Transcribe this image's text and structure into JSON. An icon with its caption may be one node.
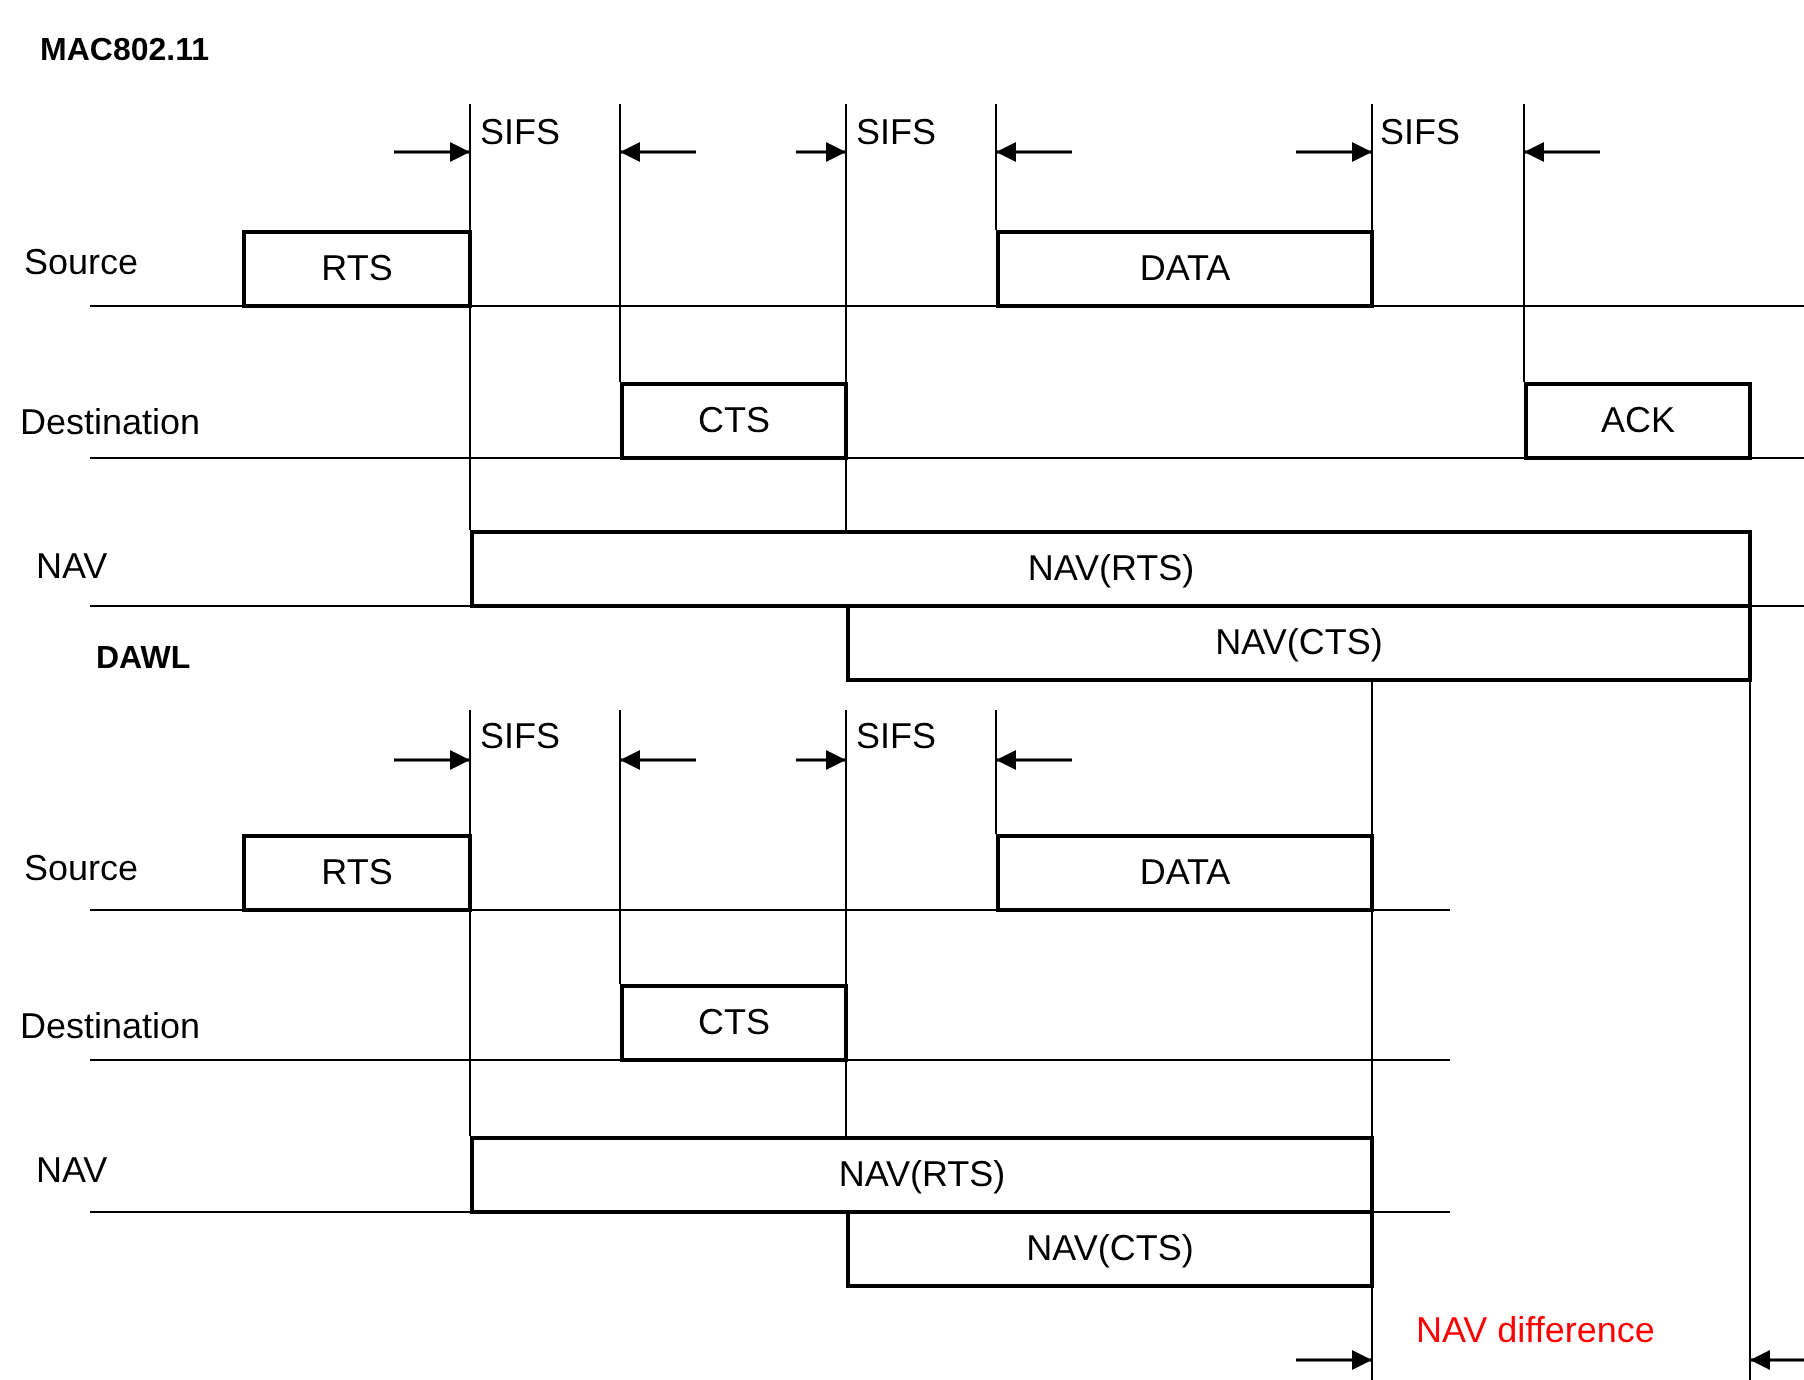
{
  "diagram": {
    "nodes": [
      {
        "text": [
          "RTS"
        ]
      },
      {
        "text": [
          "DATA"
        ]
      },
      {
        "text": [
          "CTS"
        ]
      },
      {
        "text": [
          "ACK"
        ]
      },
      {
        "text": [
          "NAV(RTS)"
        ]
      },
      {
        "text": [
          "NAV(CTS)"
        ]
      },
      {
        "text": [
          "RTS"
        ]
      },
      {
        "text": [
          "DATA"
        ]
      },
      {
        "text": [
          "CTS"
        ]
      },
      {
        "text": [
          "NAV(RTS)"
        ]
      },
      {
        "text": [
          "NAV(CTS)"
        ]
      }
    ],
    "labels": [
      "MAC802.11",
      "SIFS",
      "SIFS",
      "SIFS",
      "Source",
      "Destination",
      "NAV",
      "DAWL",
      "SIFS",
      "SIFS",
      "Source",
      "Destination",
      "NAV",
      "NAV difference"
    ]
  }
}
